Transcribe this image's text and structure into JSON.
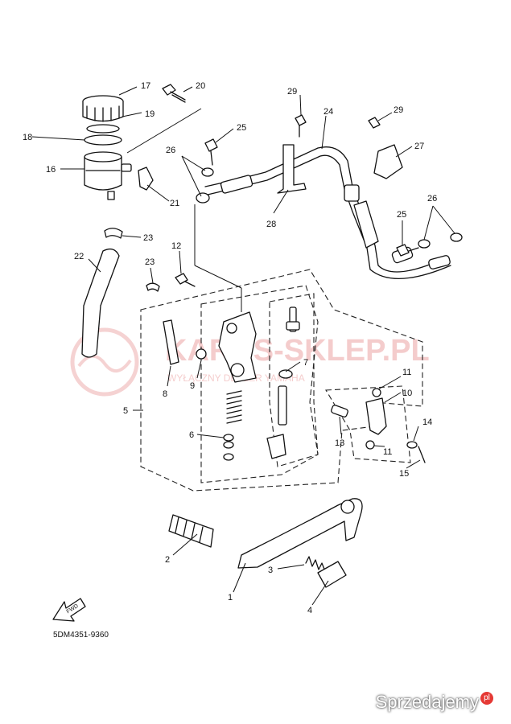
{
  "diagram": {
    "part_code": "5DM4351-9360",
    "fwd_label": "FWD",
    "callouts": [
      {
        "id": "c17",
        "text": "17"
      },
      {
        "id": "c20",
        "text": "20"
      },
      {
        "id": "c19",
        "text": "19"
      },
      {
        "id": "c18",
        "text": "18"
      },
      {
        "id": "c16",
        "text": "16"
      },
      {
        "id": "c21",
        "text": "21"
      },
      {
        "id": "c23a",
        "text": "23"
      },
      {
        "id": "c22",
        "text": "22"
      },
      {
        "id": "c23b",
        "text": "23"
      },
      {
        "id": "c12",
        "text": "12"
      },
      {
        "id": "c29a",
        "text": "29"
      },
      {
        "id": "c24",
        "text": "24"
      },
      {
        "id": "c25a",
        "text": "25"
      },
      {
        "id": "c26a",
        "text": "26"
      },
      {
        "id": "c28",
        "text": "28"
      },
      {
        "id": "c29b",
        "text": "29"
      },
      {
        "id": "c27",
        "text": "27"
      },
      {
        "id": "c26b",
        "text": "26"
      },
      {
        "id": "c25b",
        "text": "25"
      },
      {
        "id": "c7",
        "text": "7"
      },
      {
        "id": "c9",
        "text": "9"
      },
      {
        "id": "c8",
        "text": "8"
      },
      {
        "id": "c5",
        "text": "5"
      },
      {
        "id": "c6",
        "text": "6"
      },
      {
        "id": "c11a",
        "text": "11"
      },
      {
        "id": "c10",
        "text": "10"
      },
      {
        "id": "c13",
        "text": "13"
      },
      {
        "id": "c11b",
        "text": "11"
      },
      {
        "id": "c14",
        "text": "14"
      },
      {
        "id": "c15",
        "text": "15"
      },
      {
        "id": "c2",
        "text": "2"
      },
      {
        "id": "c3",
        "text": "3"
      },
      {
        "id": "c1",
        "text": "1"
      },
      {
        "id": "c4",
        "text": "4"
      }
    ]
  },
  "watermark": {
    "title": "KARAS-SKLEP.PL",
    "subtitle": "WYŁĄCZNY DEALER YAMAHA"
  },
  "footer": {
    "brand": "Sprzedajemy",
    "badge": "pl"
  }
}
